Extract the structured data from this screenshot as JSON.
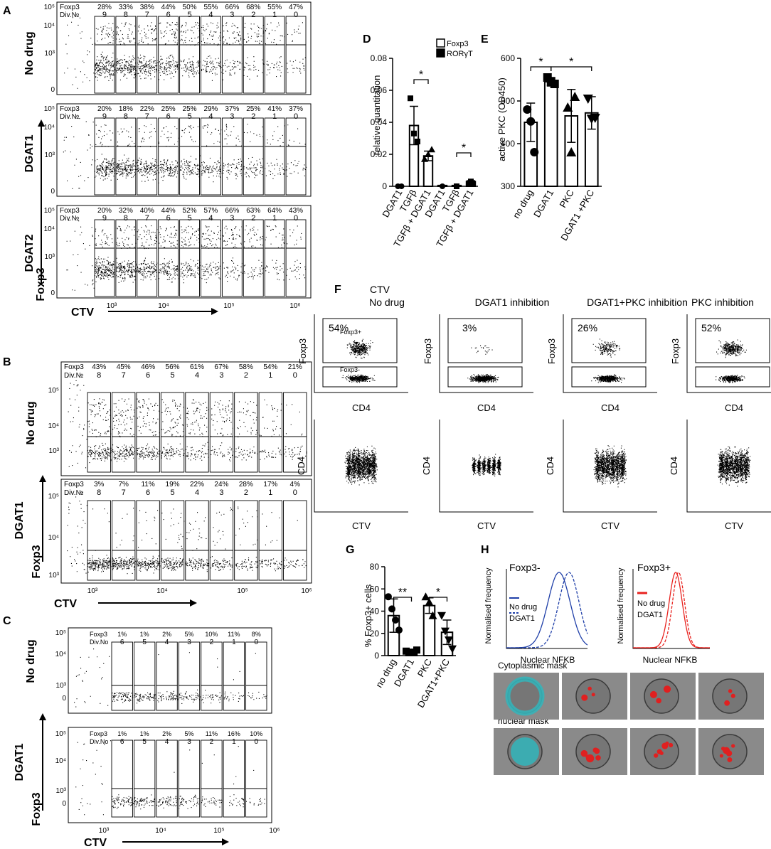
{
  "panels": {
    "A": {
      "label": "A",
      "ylabel": "Foxp3",
      "xlabel": "CTV",
      "y_ticks": [
        "10⁵",
        "10⁴",
        "10³",
        "0"
      ],
      "x_ticks": [
        "10³",
        "10⁴",
        "10⁵",
        "10⁶"
      ],
      "header_foxp3": "Foxp3",
      "header_div": "Div.№",
      "rows": [
        {
          "name": "No drug",
          "pcts": [
            "28%",
            "33%",
            "38%",
            "44%",
            "50%",
            "55%",
            "66%",
            "68%",
            "55%",
            "47%"
          ],
          "divs": [
            "9",
            "8",
            "7",
            "6",
            "5",
            "4",
            "3",
            "2",
            "1",
            "0"
          ]
        },
        {
          "name": "DGAT1",
          "pcts": [
            "20%",
            "18%",
            "22%",
            "25%",
            "25%",
            "29%",
            "37%",
            "25%",
            "41%",
            "37%"
          ],
          "divs": [
            "9",
            "8",
            "7",
            "6",
            "5",
            "4",
            "3",
            "2",
            "1",
            "0"
          ]
        },
        {
          "name": "DGAT2",
          "pcts": [
            "20%",
            "32%",
            "40%",
            "44%",
            "52%",
            "57%",
            "66%",
            "63%",
            "64%",
            "43%"
          ],
          "divs": [
            "9",
            "8",
            "7",
            "6",
            "5",
            "4",
            "3",
            "2",
            "1",
            "0"
          ]
        }
      ]
    },
    "B": {
      "label": "B",
      "ylabel": "Foxp3",
      "xlabel": "CTV",
      "y_ticks": [
        "10⁵",
        "10⁴",
        "10³"
      ],
      "x_ticks": [
        "10³",
        "10⁴",
        "10⁵",
        "10⁶"
      ],
      "header_foxp3": "Foxp3",
      "header_div": "Div.№",
      "rows": [
        {
          "name": "No drug",
          "pcts": [
            "43%",
            "45%",
            "46%",
            "56%",
            "61%",
            "67%",
            "58%",
            "54%",
            "21%"
          ],
          "divs": [
            "8",
            "7",
            "6",
            "5",
            "4",
            "3",
            "2",
            "1",
            "0"
          ]
        },
        {
          "name": "DGAT1",
          "pcts": [
            "3%",
            "7%",
            "11%",
            "19%",
            "22%",
            "24%",
            "28%",
            "17%",
            "4%"
          ],
          "divs": [
            "8",
            "7",
            "6",
            "5",
            "4",
            "3",
            "2",
            "1",
            "0"
          ]
        }
      ]
    },
    "C": {
      "label": "C",
      "ylabel": "Foxp3",
      "xlabel": "CTV",
      "y_ticks": [
        "10⁵",
        "10⁴",
        "10³",
        "0"
      ],
      "x_ticks": [
        "10³",
        "10⁴",
        "10⁵",
        "10⁶"
      ],
      "header_foxp3": "Foxp3",
      "header_div": "Div.No",
      "rows": [
        {
          "name": "No drug",
          "pcts": [
            "1%",
            "1%",
            "2%",
            "5%",
            "10%",
            "11%",
            "8%"
          ],
          "divs": [
            "6",
            "5",
            "4",
            "3",
            "2",
            "1",
            "0"
          ]
        },
        {
          "name": "DGAT1",
          "pcts": [
            "1%",
            "1%",
            "2%",
            "5%",
            "11%",
            "16%",
            "10%"
          ],
          "divs": [
            "6",
            "5",
            "4",
            "3",
            "2",
            "1",
            "0"
          ]
        }
      ]
    },
    "D": {
      "label": "D",
      "ylabel": "relative quantitation",
      "legend": [
        "Foxp3",
        "RORγT"
      ],
      "sig": "*"
    },
    "E": {
      "label": "E",
      "ylabel": "active PKC (OD450)",
      "sig": "*"
    },
    "F": {
      "label": "F",
      "ctv_header": "CTV",
      "titles": [
        "No drug",
        "DGAT1 inhibition",
        "DGAT1+PKC inhibition",
        "PKC inhibition"
      ],
      "pcts": [
        "54%",
        "3%",
        "26%",
        "52%"
      ],
      "gate_pos": "Foxp3+",
      "gate_neg": "Foxp3-",
      "top_ylabel": "Foxp3",
      "top_xlabel": "CD4",
      "bottom_ylabel": "CD4",
      "bottom_xlabel": "CTV"
    },
    "G": {
      "label": "G",
      "ylabel": "% Foxp3+ cells",
      "sig": [
        "**",
        "*"
      ]
    },
    "H": {
      "label": "H",
      "left_title": "Foxp3-",
      "right_title": "Foxp3+",
      "ylabel": "Normalised frequency",
      "xlabel": "Nuclear NFKB",
      "legend": [
        "No drug",
        "DGAT1"
      ],
      "left_color": "#1f3fa8",
      "right_color": "#e8231f",
      "mask1": "Cytoplasmic mask",
      "mask2": "nuclear mask"
    }
  },
  "chart_data": [
    {
      "type": "bar",
      "panel": "D",
      "categories": [
        "DGAT1",
        "TGFβ",
        "TGFβ + DGAT1",
        "DGAT1",
        "TGFβ",
        "TGFβ + DGAT1"
      ],
      "series": [
        {
          "name": "Foxp3",
          "indices": [
            0,
            1,
            2
          ],
          "values": [
            0.0,
            0.038,
            0.019
          ],
          "errors": [
            0.0,
            0.012,
            0.003
          ],
          "points": [
            [
              0,
              0
            ],
            [
              0.055,
              0.033,
              0.028
            ],
            [
              0.017,
              0.02,
              0.023
            ]
          ]
        },
        {
          "name": "RORγT",
          "indices": [
            3,
            4,
            5
          ],
          "values": [
            0.0005,
            0.0005,
            0.003
          ],
          "errors": [
            0,
            0,
            0.0005
          ],
          "points": [
            [
              0
            ],
            [
              0
            ],
            [
              0.003
            ]
          ]
        }
      ],
      "ylim": [
        0,
        0.08
      ],
      "y_ticks": [
        "0",
        "0.02",
        "0.04",
        "0.06",
        "0.08"
      ]
    },
    {
      "type": "bar",
      "panel": "E",
      "categories": [
        "no drug",
        "DGAT1",
        "PKC",
        "DGAT1 +PKC"
      ],
      "values": [
        450,
        545,
        465,
        472
      ],
      "errors": [
        45,
        10,
        62,
        38
      ],
      "points": [
        [
          480,
          452,
          380
        ],
        [
          555,
          545,
          540
        ],
        [
          485,
          380,
          510
        ],
        [
          505,
          458,
          460
        ]
      ],
      "ylim": [
        300,
        600
      ],
      "y_ticks": [
        "300",
        "400",
        "500",
        "600"
      ]
    },
    {
      "type": "bar",
      "panel": "G",
      "categories": [
        "no drug",
        "DGAT1",
        "PKC",
        "DGAT1+PKC"
      ],
      "values": [
        36,
        4,
        45,
        21
      ],
      "errors": [
        15,
        1,
        7,
        11
      ],
      "points": [
        [
          53,
          42,
          32,
          23
        ],
        [
          4,
          3,
          3,
          5
        ],
        [
          53,
          48,
          36
        ],
        [
          36,
          22,
          14,
          6
        ]
      ],
      "ylim": [
        0,
        80
      ],
      "y_ticks": [
        "0",
        "20",
        "40",
        "60",
        "80"
      ]
    }
  ]
}
